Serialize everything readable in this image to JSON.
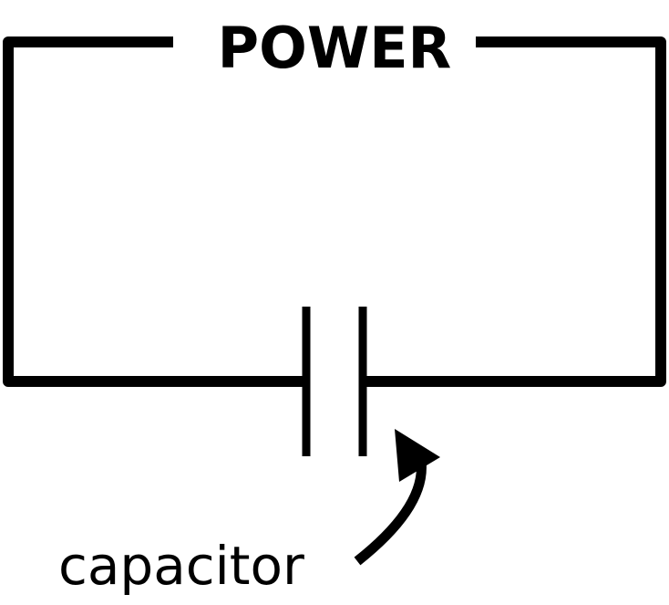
{
  "diagram": {
    "title": "POWER",
    "component_label": "capacitor",
    "component_type": "capacitor",
    "colors": {
      "stroke": "#000000",
      "background": "#ffffff"
    }
  }
}
